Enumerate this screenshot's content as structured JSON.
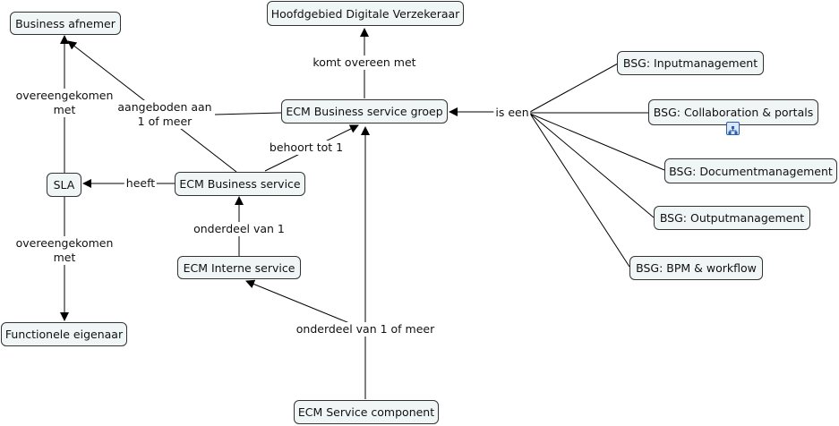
{
  "nodes": {
    "business_afnemer": "Business afnemer",
    "hoofdgebied": "Hoofdgebied Digitale Verzekeraar",
    "ecm_bsg": "ECM Business service groep",
    "sla": "SLA",
    "ecm_business_service": "ECM Business service",
    "ecm_interne_service": "ECM Interne service",
    "functionele_eigenaar": "Functionele eigenaar",
    "ecm_service_component": "ECM Service component",
    "bsg_input": "BSG: Inputmanagement",
    "bsg_collab": "BSG: Collaboration & portals",
    "bsg_document": "BSG: Documentmanagement",
    "bsg_output": "BSG: Outputmanagement",
    "bsg_bpm": "BSG: BPM & workflow"
  },
  "links": {
    "overeengekomen_top": "overeengekomen\nmet",
    "aangeboden": "aangeboden aan\n1 of meer",
    "komt_overeen": "komt overeen met",
    "is_een": "is een",
    "behoort_tot": "behoort tot 1",
    "heeft": "heeft",
    "overeengekomen_bottom": "overeengekomen\nmet",
    "onderdeel_van_1": "onderdeel van 1",
    "onderdeel_van_meer": "onderdeel van 1 of meer"
  },
  "icons": {
    "collab_submap": "submap-icon"
  }
}
